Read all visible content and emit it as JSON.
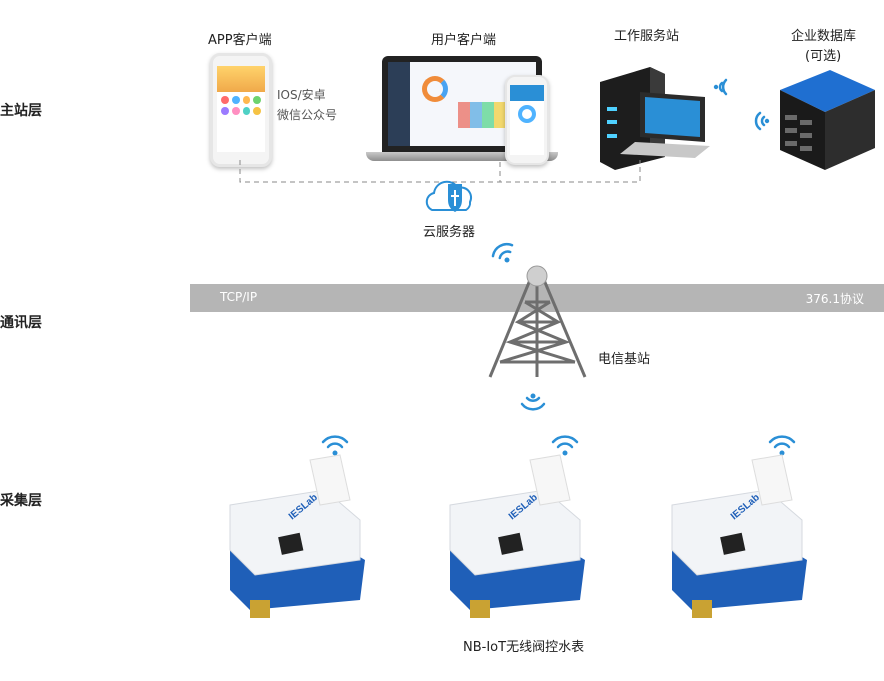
{
  "layers": {
    "master": "主站层",
    "comm": "通讯层",
    "collect": "采集层"
  },
  "master": {
    "app_client": "APP客户端",
    "app_note_line1": "IOS/安卓",
    "app_note_line2": "微信公众号",
    "user_client": "用户客户端",
    "workstation": "工作服务站",
    "database_line1": "企业数据库",
    "database_line2": "(可选)",
    "cloud": "云服务器"
  },
  "comm": {
    "protocol_left": "TCP/IP",
    "protocol_right": "376.1协议",
    "base_station": "电信基站"
  },
  "collect": {
    "meter_label": "NB-IoT无线阀控水表",
    "meter_brand": "IESLab"
  },
  "colors": {
    "accent": "#2a8fd6",
    "band": "#b5b5b5",
    "meter_blue": "#1f5fb8",
    "brass": "#c9a233"
  }
}
